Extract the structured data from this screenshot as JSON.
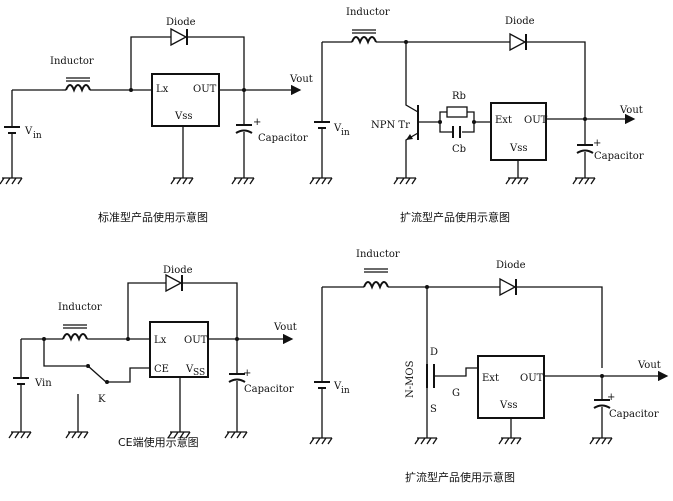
{
  "panel_standard": {
    "caption": "标准型产品使用示意图",
    "inductor": "Inductor",
    "diode": "Diode",
    "vout": "Vout",
    "vin_v": "V",
    "vin_sub": "in",
    "pin_lx": "Lx",
    "pin_out": "OUT",
    "pin_vss": "Vss",
    "capacitor": "Capacitor",
    "plus": "+"
  },
  "panel_expanded_npn": {
    "caption": "扩流型产品使用示意图",
    "inductor": "Inductor",
    "diode": "Diode",
    "vout": "Vout",
    "vin_v": "V",
    "vin_sub": "in",
    "transistor": "NPN Tr",
    "rb": "Rb",
    "cb": "Cb",
    "pin_ext": "Ext",
    "pin_out": "OUT",
    "pin_vss": "Vss",
    "capacitor": "Capacitor",
    "plus": "+"
  },
  "panel_ce": {
    "caption": "CE端使用示意图",
    "inductor": "Inductor",
    "diode": "Diode",
    "vout": "Vout",
    "vin": "Vin",
    "switch": "K",
    "pin_lx": "Lx",
    "pin_out": "OUT",
    "pin_ce": "CE",
    "pin_vss_v": "V",
    "pin_vss_sub": "SS",
    "capacitor": "Capacitor",
    "plus": "+"
  },
  "panel_expanded_mos": {
    "caption": "扩流型产品使用示意图",
    "inductor": "Inductor",
    "diode": "Diode",
    "vout": "Vout",
    "vin_v": "V",
    "vin_sub": "in",
    "mos": "N-MOS",
    "d": "D",
    "g": "G",
    "s": "S",
    "pin_ext": "Ext",
    "pin_out": "OUT",
    "pin_vss": "Vss",
    "capacitor": "Capacitor",
    "plus": "+"
  }
}
